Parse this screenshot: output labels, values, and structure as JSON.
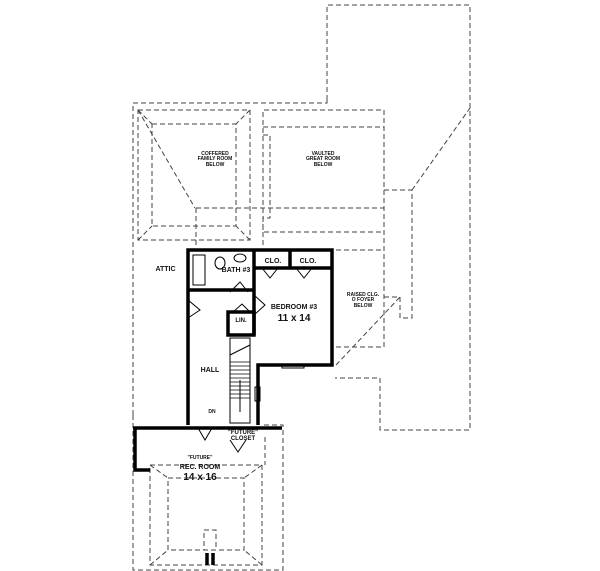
{
  "plan": {
    "colors": {
      "wall": "#000000",
      "dashed": "#444444",
      "background": "#ffffff"
    },
    "labels": {
      "coffered": "COFFERED\nFAMILY ROOM\nBELOW",
      "vaulted": "VAULTED\nGREAT ROOM\nBELOW",
      "raised": "RAISED CLG.\nO FOYER\nBELOW",
      "attic": "ATTIC",
      "bath": "BATH #3",
      "clo1": "CLO.",
      "clo2": "CLO.",
      "bedroom": "BEDROOM #3",
      "bedroom_size": "11 x 14",
      "lin": "LIN.",
      "hall": "HALL",
      "dn": "DN",
      "future_closet": "\"FUTURE\"\nCLOSET",
      "future": "\"FUTURE\"",
      "rec_room": "REC. ROOM",
      "rec_size": "14 x 16"
    }
  }
}
